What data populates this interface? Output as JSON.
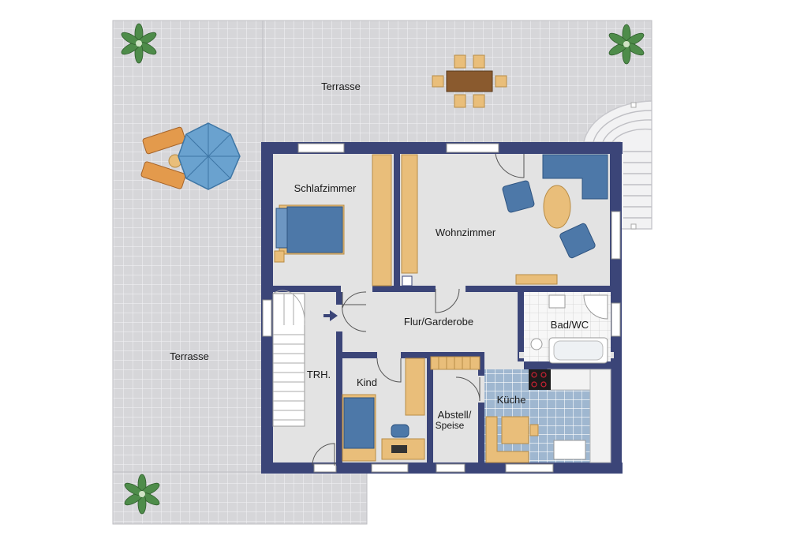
{
  "rooms": {
    "terrace_top": "Terrasse",
    "terrace_left": "Terrasse",
    "bedroom": "Schlafzimmer",
    "living_room": "Wohnzimmer",
    "hallway": "Flur/Garderobe",
    "bathroom": "Bad/WC",
    "stairwell": "TRH.",
    "child_room": "Kind",
    "storage_line1": "Abstell/",
    "storage_line2": "Speise",
    "kitchen": "Küche"
  },
  "colors": {
    "wall": "#3b4578",
    "floor": "#e3e3e3",
    "terrace": "#d5d5d8",
    "tile_line": "#ffffff",
    "wood": "#e9be7a",
    "fabric": "#4d78a8",
    "kitchen_tile": "#9cb5cf",
    "plant": "#4e8c4a"
  }
}
